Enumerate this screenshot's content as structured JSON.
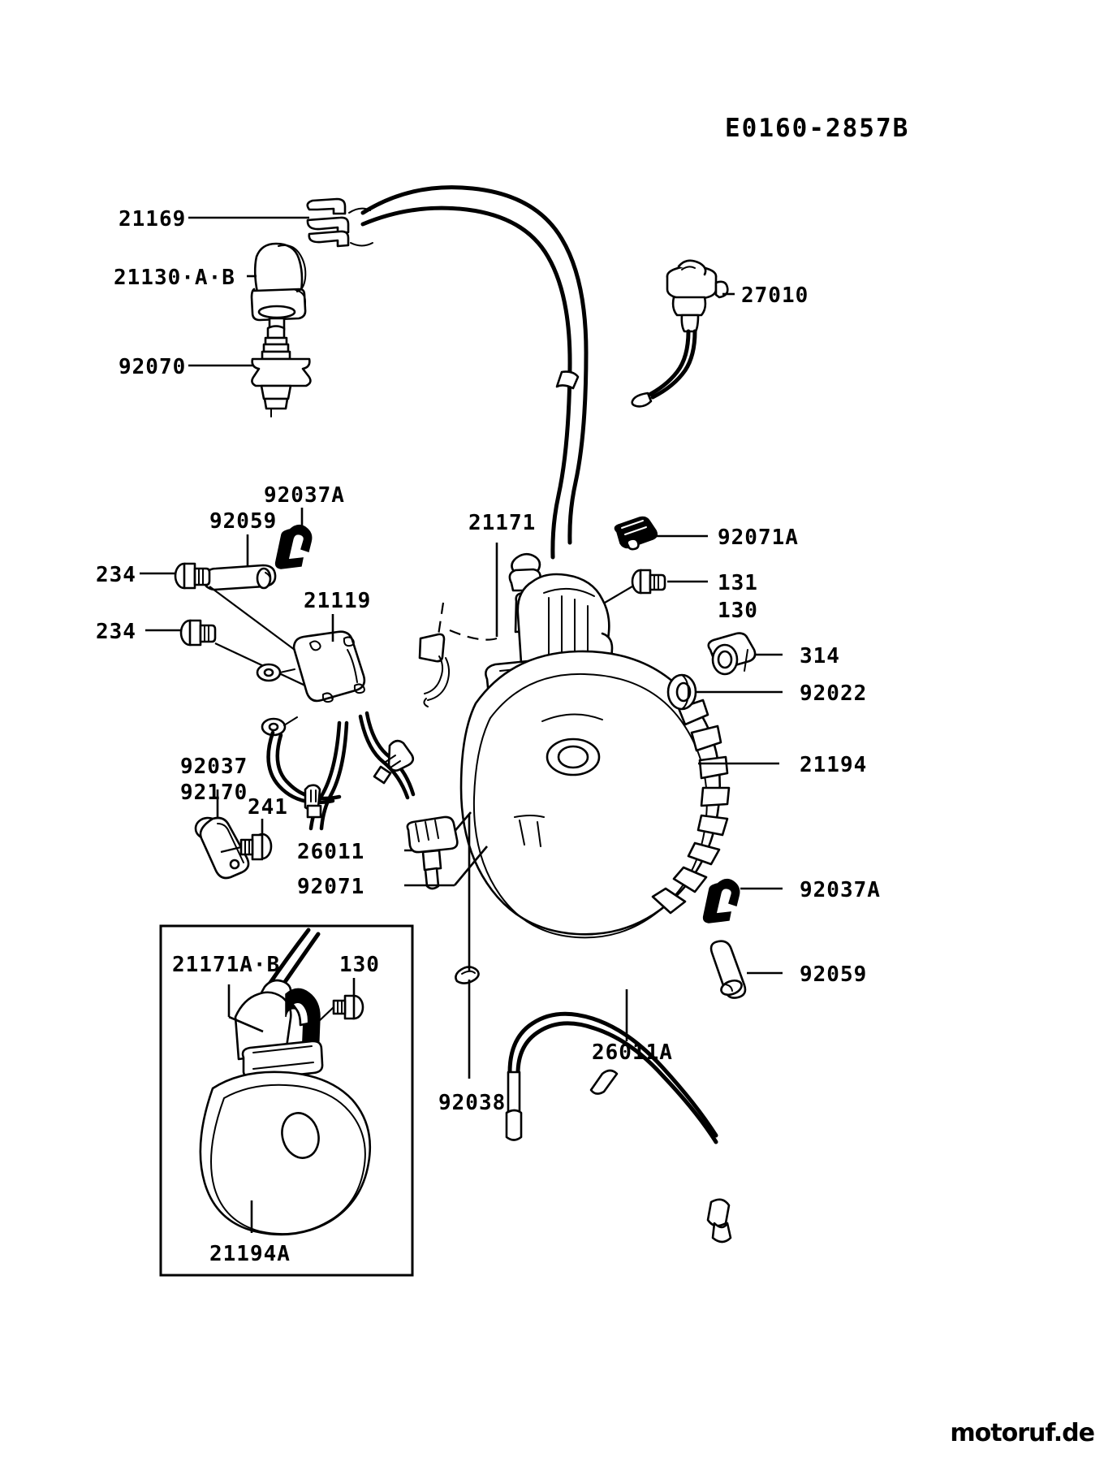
{
  "document": {
    "title": "E0160-2857B",
    "type": "engine-parts-exploded-diagram"
  },
  "labels": {
    "l_21169": "21169",
    "l_21130AB": "21130·A·B",
    "l_92070": "92070",
    "l_27010": "27010",
    "l_92037A_top": "92037A",
    "l_92059_top": "92059",
    "l_21171": "21171",
    "l_92071A": "92071A",
    "l_234_a": "234",
    "l_234_b": "234",
    "l_21119": "21119",
    "l_131": "131",
    "l_130_right": "130",
    "l_314": "314",
    "l_92022": "92022",
    "l_21194": "21194",
    "l_92037": "92037",
    "l_92170": "92170",
    "l_241": "241",
    "l_26011": "26011",
    "l_92071": "92071",
    "l_92037A_bottom": "92037A",
    "l_92059_bottom": "92059",
    "l_21171AB": "21171A·B",
    "l_130_inset": "130",
    "l_21194A": "21194A",
    "l_92038": "92038",
    "l_26011A": "26011A"
  },
  "watermark": {
    "part1": "motor",
    "part2": "uf",
    "part3": ".de"
  },
  "colors": {
    "ink": "#000000",
    "paper": "#ffffff",
    "watermark_gray": "#9aa3ad",
    "watermark_blue": "#1e63b0",
    "watermark_red": "#cf2127"
  }
}
